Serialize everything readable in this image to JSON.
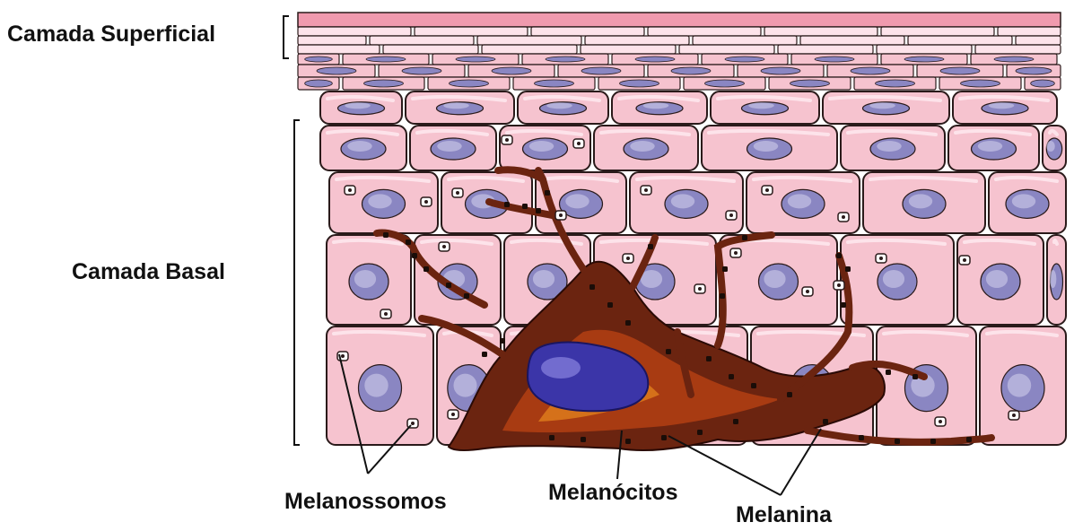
{
  "labels": {
    "superficial": "Camada Superficial",
    "basal": "Camada Basal",
    "melanossomos": "Melanossomos",
    "melanocitos": "Melanócitos",
    "melanina": "Melanina"
  },
  "colors": {
    "cell_fill": "#f6c3cf",
    "cell_highlight": "#fde3ea",
    "cell_outline": "#2a1a1a",
    "nucleus": "#8a86c2",
    "nucleus_light": "#d6d4ef",
    "melanocyte_dark": "#6b2410",
    "melanocyte_mid": "#a83b12",
    "melanocyte_orange": "#d9781c",
    "melanocyte_nucleus": "#3b35a8",
    "granule": "#1a0d08",
    "top_strip": "#f09aae"
  }
}
